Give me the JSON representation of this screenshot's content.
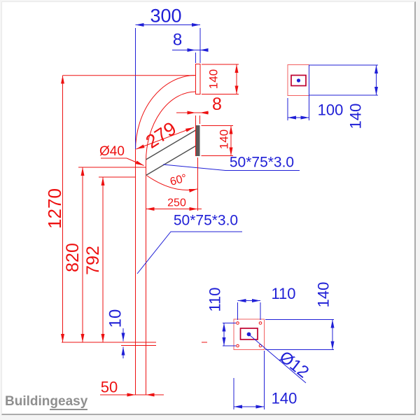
{
  "page": {
    "watermark_part1": "Buildin",
    "watermark_part2": "geasy"
  },
  "colors": {
    "dimension_red": "#ed1111",
    "dimension_blue": "#1f1fd6",
    "section_dark_red": "#bf0030",
    "member_gray": "#4d4d4d",
    "detail_plate_red": "#f26060",
    "watermark_gray": "#8f8f8f"
  },
  "main_view": {
    "dim_top_width": "300",
    "dim_top_plate_thickness": "8",
    "dim_top_plate_height": "140",
    "dim_arm_plate_thickness": "8",
    "dim_arm_plate_height": "140",
    "dim_arm_length": "279",
    "dim_pole_diameter": "Ø40",
    "dim_arm_angle": "60°",
    "dim_arm_horizontal": "250",
    "dim_total_height": "1270",
    "dim_height_to_arm": "820",
    "dim_height_to_arm_bottom": "792",
    "dim_base_plate_thickness": "10",
    "dim_pole_width": "50",
    "label_arm_section": "50*75*3.0",
    "label_pole_section": "50*75*3.0"
  },
  "detail_top_right": {
    "dim_width": "100",
    "dim_height": "140"
  },
  "detail_bottom_right": {
    "dim_hole_spacing_horizontal": "110",
    "dim_hole_spacing_vertical": "110",
    "dim_plate_height": "140",
    "dim_plate_width": "140",
    "dim_hole_diameter": "Ø12"
  }
}
